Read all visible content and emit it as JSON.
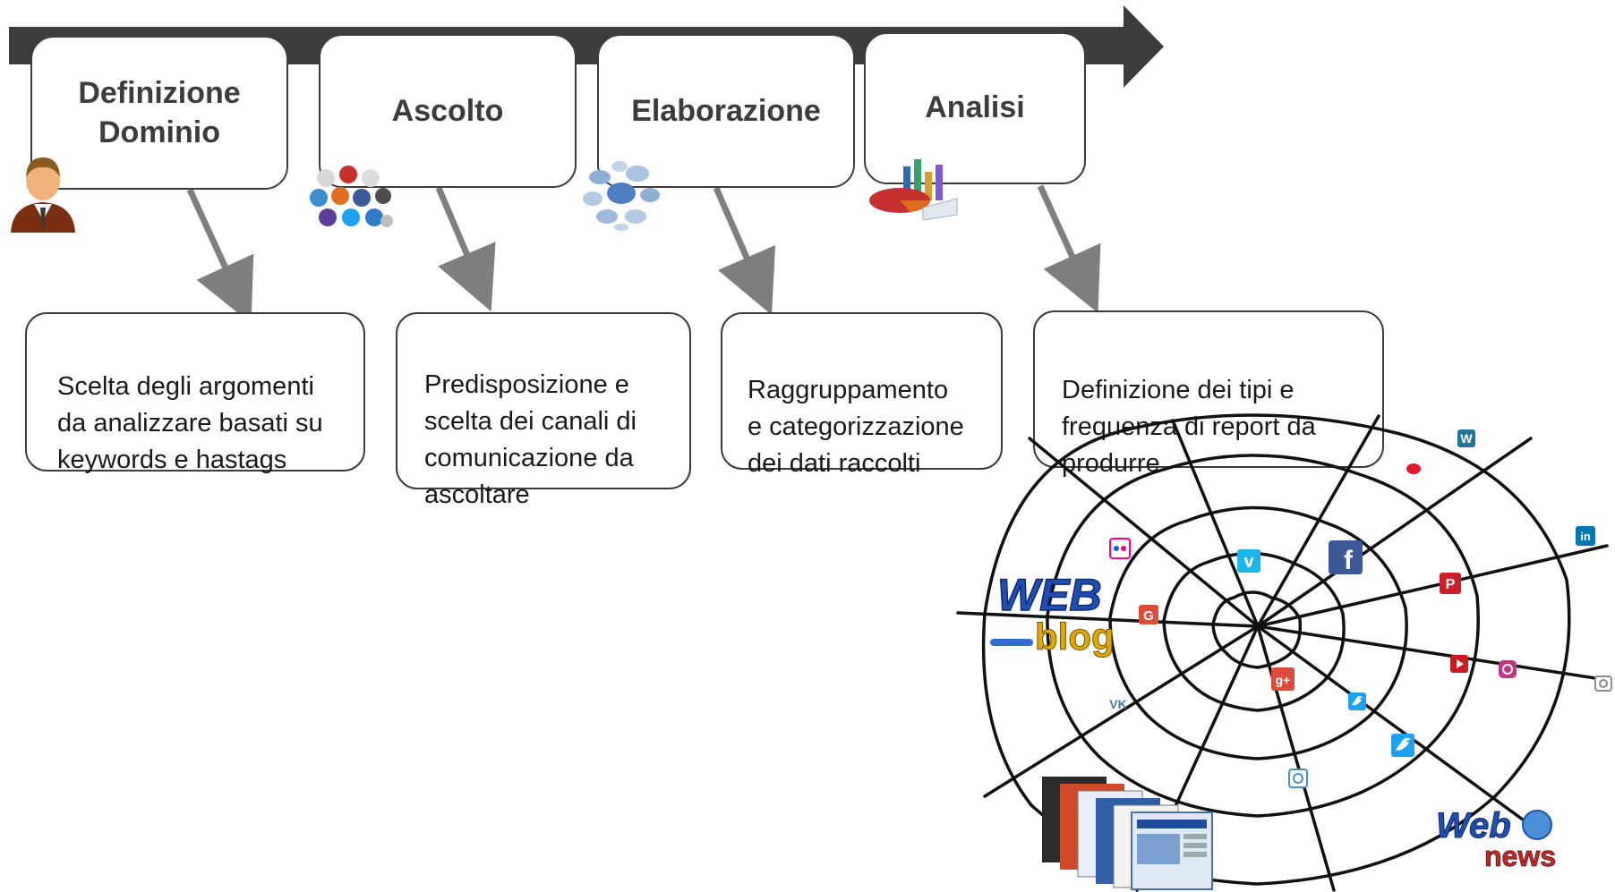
{
  "colors": {
    "timeline_arrow": "#3c3c3c",
    "connector": "#7f7f7f",
    "box_border": "#3c3c3c",
    "facebook": "#3b5998",
    "twitter": "#1da1f2",
    "pinterest": "#cb2027",
    "google_plus": "#dd4b39",
    "linkedin": "#0077b5",
    "vimeo": "#1ab7ea",
    "instagram": "#c13584",
    "flickr": "#ff0084",
    "web_blog": "#1f4fb5"
  },
  "steps": [
    {
      "title": "Definizione\nDominio",
      "icon": "person-icon",
      "description": "Scelta degli argomenti\nda analizzare basati su\nkeywords e hastags"
    },
    {
      "title": "Ascolto",
      "icon": "social-media-icons",
      "description": "Predisposizione e\nscelta dei canali di\ncomunicazione da\nascoltare"
    },
    {
      "title": "Elaborazione",
      "icon": "speech-bubbles-icon",
      "description": "Raggruppamento\ne categorizzazione\ndei dati raccolti"
    },
    {
      "title": "Analisi",
      "icon": "chart-icon",
      "description": "Definizione dei tipi e\nfrequenza di report da\nprodurre"
    }
  ],
  "illustration": {
    "web_label": "WEB",
    "blog_label": "blog",
    "webnews_web_label": "Web",
    "webnews_news_label": "news",
    "network_icons": [
      "wordpress-icon",
      "weibo-icon",
      "linkedin-icon",
      "facebook-icon",
      "vimeo-icon",
      "flickr-icon",
      "pinterest-icon",
      "google-icon",
      "google-plus-icon",
      "youtube-icon",
      "instagram-icon",
      "vk-icon",
      "twitter-icon",
      "camera-icon"
    ],
    "icon_glyphs": {
      "wordpress": "W",
      "linkedin": "in",
      "facebook": "f",
      "vimeo": "v",
      "pinterest": "P",
      "google": "G",
      "google_plus": "g+",
      "vk": "VK"
    }
  }
}
